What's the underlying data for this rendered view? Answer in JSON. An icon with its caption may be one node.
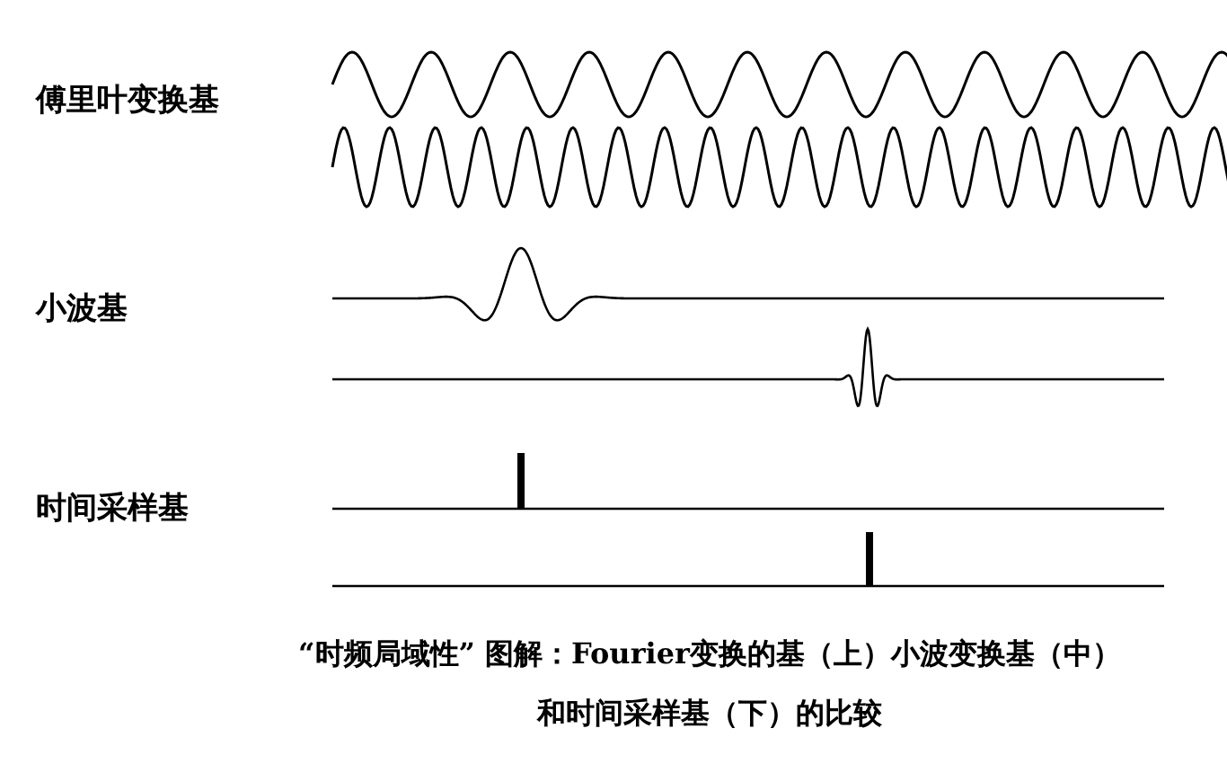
{
  "diagram": {
    "caption": "“时频局域性” 图解：Fourier变换的基（上）小波变换基（中）和时间采样基（下）的比较",
    "labels": [
      "傅里叶变换基",
      "小波基",
      "时间采样基"
    ]
  }
}
